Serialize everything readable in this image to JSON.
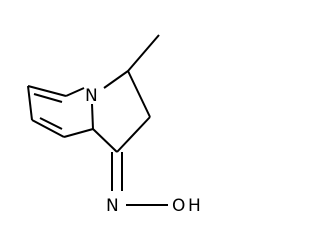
{
  "molecule": {
    "atoms": {
      "ring_nitrogen": "N",
      "oxime_nitrogen": "N",
      "hydroxyl": "O",
      "hydroxyl_hydrogen": "H"
    }
  },
  "colors": {
    "bond": "#000000",
    "text": "#000000",
    "background": "#ffffff"
  }
}
